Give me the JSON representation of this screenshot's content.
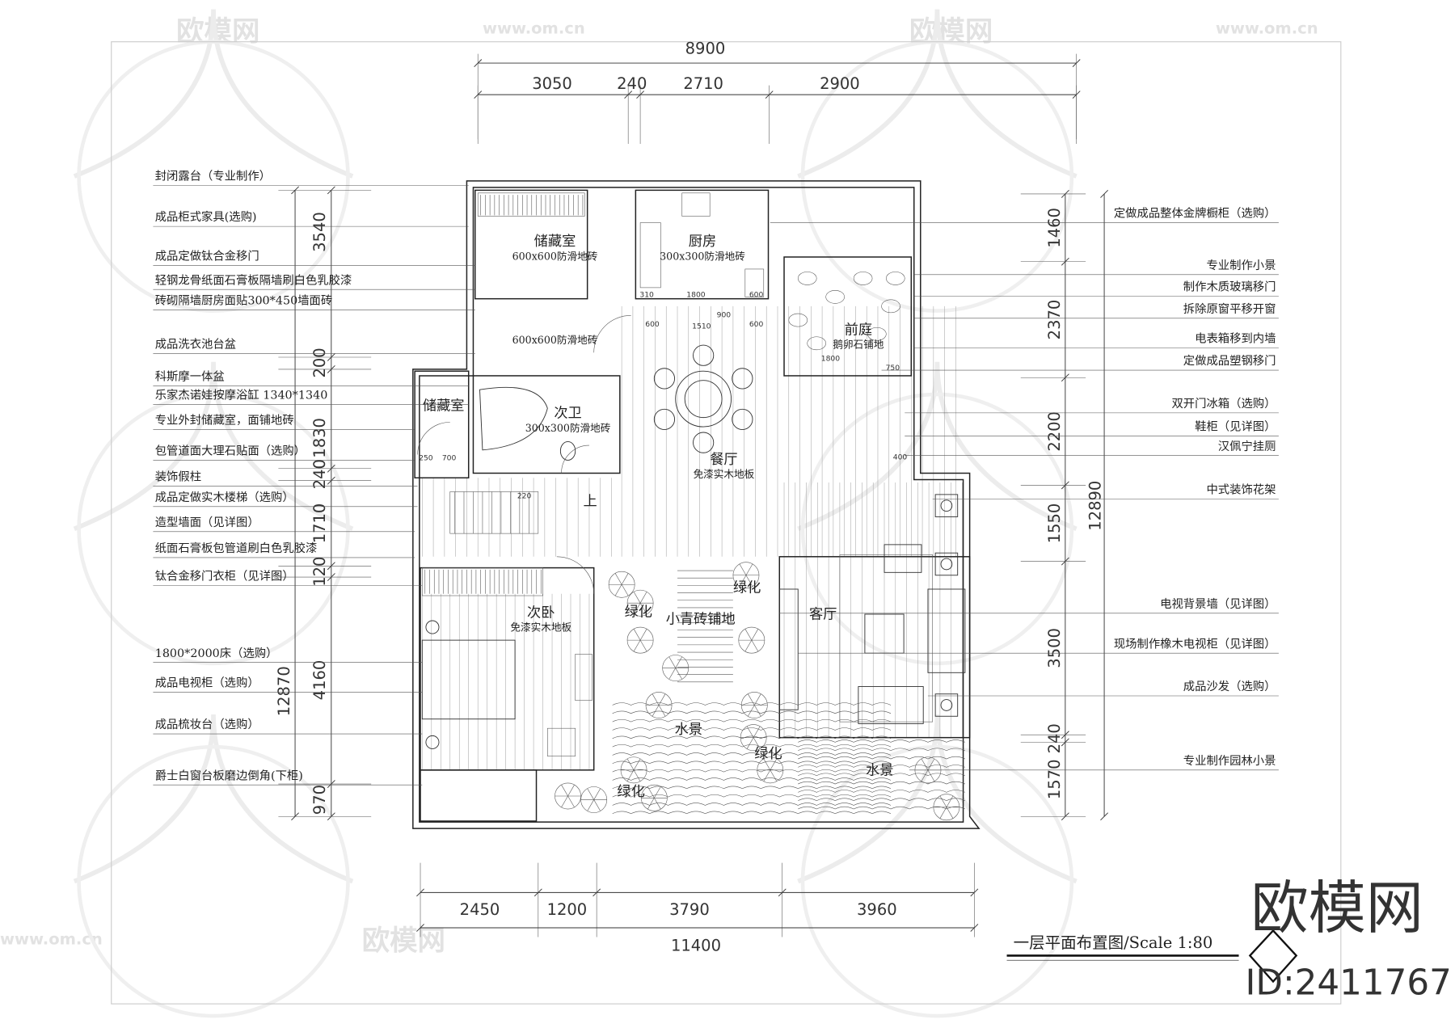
{
  "drawing": {
    "title": "一层平面布置图/Scale  1:80",
    "watermark_logo": "欧模网",
    "watermark_id": "ID:2411767",
    "watermark_repeat": [
      "欧模网",
      "www.om.cn"
    ]
  },
  "dimensions": {
    "top_total": "8900",
    "top": [
      "3050",
      "240",
      "2710",
      "2900"
    ],
    "bottom_total": "11400",
    "bottom": [
      "2450",
      "1200",
      "3790",
      "3960"
    ],
    "left_total": "12870",
    "left": [
      "3540",
      "200",
      "1830",
      "240",
      "1710",
      "120",
      "4160",
      "970"
    ],
    "right_total": "12890",
    "right": [
      "1460",
      "2370",
      "2200",
      "1550",
      "3500",
      "240",
      "1570"
    ],
    "inner": [
      "310",
      "1800",
      "600",
      "600",
      "1510",
      "900",
      "600",
      "1800",
      "750",
      "400",
      "250",
      "700",
      "220"
    ]
  },
  "rooms": [
    {
      "name": "储藏室",
      "floor": "600x600防滑地砖"
    },
    {
      "name": "厨房",
      "floor": "300x300防滑地砖"
    },
    {
      "name": "前庭",
      "floor": "鹅卵石铺地"
    },
    {
      "name": "",
      "floor": "600x600防滑地砖"
    },
    {
      "name": "储藏室",
      "floor": ""
    },
    {
      "name": "次卫",
      "floor": "300x300防滑地砖"
    },
    {
      "name": "餐厅",
      "floor": "免漆实木地板"
    },
    {
      "name": "次卧",
      "floor": "免漆实木地板"
    },
    {
      "name": "客厅",
      "floor": ""
    }
  ],
  "garden_labels": [
    "绿化",
    "小青砖铺地",
    "绿化",
    "水景",
    "绿化",
    "绿化",
    "水景"
  ],
  "stair_label": "上",
  "left_notes": [
    "封闭露台（专业制作）",
    "成品柜式家具(选购)",
    "成品定做钛合金移门",
    "轻钢龙骨纸面石膏板隔墙刷白色乳胶漆",
    "砖砌隔墙厨房面贴300*450墙面砖",
    "成品洗衣池台盆",
    "科斯摩一体盆",
    "乐家杰诺娃按摩浴缸 1340*1340",
    "专业外封储藏室，面铺地砖",
    "包管道面大理石贴面（选购）",
    "装饰假柱",
    "成品定做实木楼梯（选购）",
    "造型墙面（见详图）",
    "纸面石膏板包管道刷白色乳胶漆",
    "钛合金移门衣柜（见详图）",
    "1800*2000床（选购）",
    "成品电视柜（选购）",
    "成品梳妆台（选购）",
    "爵士白窗台板磨边倒角(下柜)"
  ],
  "right_notes": [
    "定做成品整体金牌橱柜（选购）",
    "专业制作小景",
    "制作木质玻璃移门",
    "拆除原窗平移开窗",
    "电表箱移到内墙",
    "定做成品塑钢移门",
    "双开门冰箱（选购）",
    "鞋柜（见详图）",
    "汉佩宁挂厕",
    "中式装饰花架",
    "电视背景墙（见详图）",
    "现场制作橡木电视柜（见详图）",
    "成品沙发（选购）",
    "专业制作园林小景"
  ]
}
